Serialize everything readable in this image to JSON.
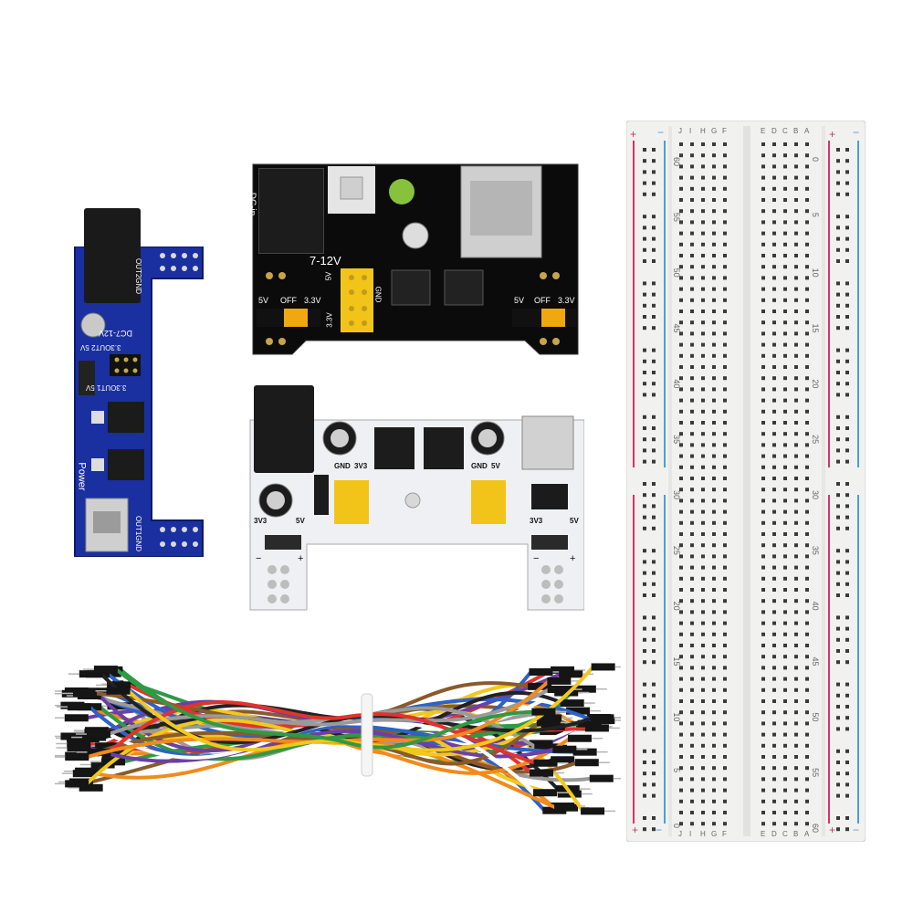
{
  "blue_module": {
    "dc_label": "DC7-12V",
    "out2_label": "OUT2GND",
    "out1_label": "OUT1GND",
    "jumper_top_label": "3.3OUT2 5V",
    "jumper_bottom_label": "3.3OUT1 5V",
    "power_label": "Power"
  },
  "black_module": {
    "dcin_label": "DC-in",
    "voltage_label": "7-12V",
    "left_jumper": {
      "v5": "5V",
      "off": "OFF",
      "v33": "3.3V"
    },
    "right_jumper": {
      "v5": "5V",
      "off": "OFF",
      "v33": "3.3V"
    },
    "middle_top": "5V",
    "middle_bottom": "3.3V",
    "middle_gnd": "GND"
  },
  "white_module": {
    "left_header_labels": {
      "gnd": "GND",
      "v33": "3V3"
    },
    "right_header_labels": {
      "gnd": "GND",
      "v5": "5V"
    },
    "left_sel": {
      "a": "3V3",
      "b": "5V"
    },
    "right_sel": {
      "a": "3V3",
      "b": "5V"
    },
    "minus": "−",
    "plus": "+"
  },
  "breadboard": {
    "left_col_letters": [
      "J",
      "I",
      "H",
      "G",
      "F"
    ],
    "right_col_letters": [
      "E",
      "D",
      "C",
      "B",
      "A"
    ],
    "left_numbers": [
      "60",
      "55",
      "50",
      "45",
      "40",
      "35",
      "30",
      "25",
      "20",
      "15",
      "10",
      "5",
      "0"
    ],
    "right_numbers": [
      "0",
      "5",
      "10",
      "15",
      "20",
      "25",
      "30",
      "35",
      "40",
      "45",
      "50",
      "55",
      "60"
    ],
    "rail_plus": "+",
    "rail_minus": "−",
    "colors": {
      "red_rail": "#d8336a",
      "blue_rail": "#4a9be0",
      "board": "#f1f1ef"
    }
  },
  "jumper_wires": {
    "colors": [
      "#e0342c",
      "#f28a1c",
      "#f2c81c",
      "#2e9a44",
      "#2c63c8",
      "#6b3fa8",
      "#8a5a2b",
      "#ffffff",
      "#222222",
      "#9a9a9a"
    ]
  }
}
